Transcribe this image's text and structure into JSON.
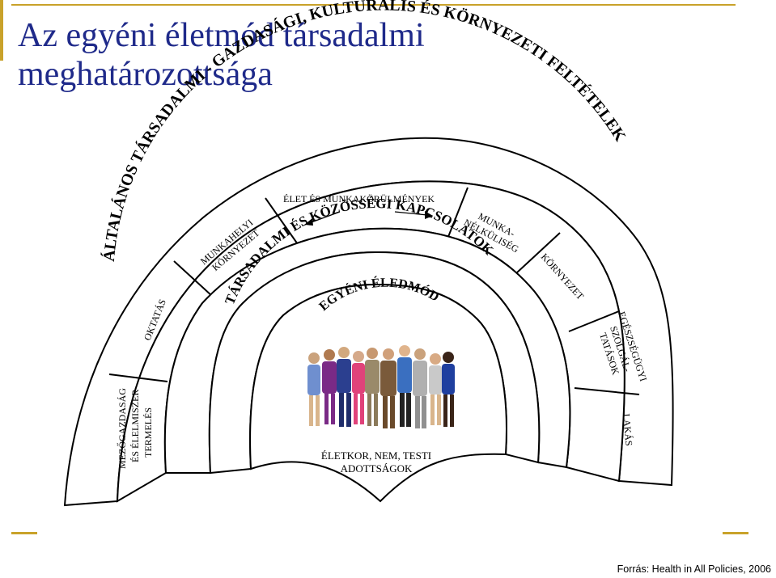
{
  "title": "Az egyéni életmód társadalmi meghatározottsága",
  "layers": {
    "outer": "ÁLTALÁNOS TÁRSADALMI - GAZDASÁGI, KULTURÁLIS ÉS KÖRNYEZETI FELTÉTELEK",
    "social": "TÁRSADALMI ÉS KÖZÖSSÉGI KAPCSOLATOK",
    "individual": "EGYÉNI ÉLEDMÓD",
    "core_line1": "ÉLETKOR, NEM, TESTI",
    "core_line2": "ADOTTSÁGOK"
  },
  "segments": {
    "mezogazdasag_1": "MEZŐGAZDASÁG",
    "mezogazdasag_2": "ÉS ÉLELMISZER",
    "mezogazdasag_3": "TERMELÉS",
    "oktatas": "OKTATÁS",
    "munkahelyi_1": "MUNKAHELYI",
    "munkahelyi_2": "KÖRNYEZET",
    "elet": "ÉLET ÉS MUNKAKÖRÜLMÉNYEK",
    "munkanelk_1": "MUNKA-",
    "munkanelk_2": "NÉLKÜLISÉG",
    "kornyezet": "KÖRNYEZET",
    "egeszseg_1": "EGÉSZSÉGÜGYI",
    "egeszseg_2": "SZOLGÁL-",
    "egeszseg_3": "TATÁSOK",
    "lakas": "LAKÁS"
  },
  "source": "Forrás: Health in All Policies, 2006"
}
